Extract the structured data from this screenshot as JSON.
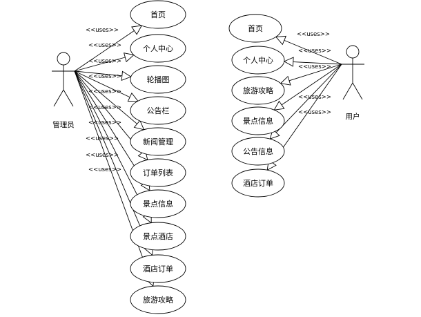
{
  "actors": {
    "admin": {
      "label": "管理员"
    },
    "user": {
      "label": "用户"
    }
  },
  "stereotype": "<<uses>>",
  "admin_use_cases": [
    "首页",
    "个人中心",
    "轮播图",
    "公告栏",
    "新闻管理",
    "订单列表",
    "景点信息",
    "景点酒店",
    "酒店订单",
    "旅游攻略"
  ],
  "user_use_cases": [
    "首页",
    "个人中心",
    "旅游攻略",
    "景点信息",
    "公告信息",
    "酒店订单"
  ]
}
